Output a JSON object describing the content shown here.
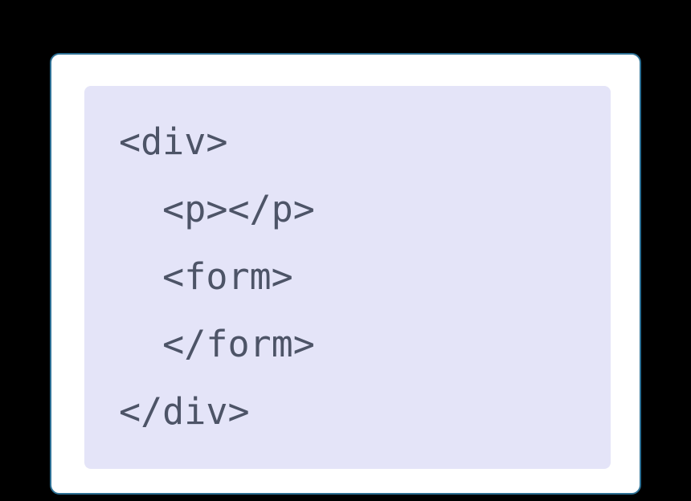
{
  "colors": {
    "background": "#000000",
    "card_border": "#2d7094",
    "card_background": "#ffffff",
    "code_background": "#e4e4f8",
    "code_text": "#4d5467"
  },
  "code": {
    "language": "html",
    "lines": [
      "<div>",
      "  <p></p>",
      "  <form>",
      "  </form>",
      "</div>"
    ]
  }
}
